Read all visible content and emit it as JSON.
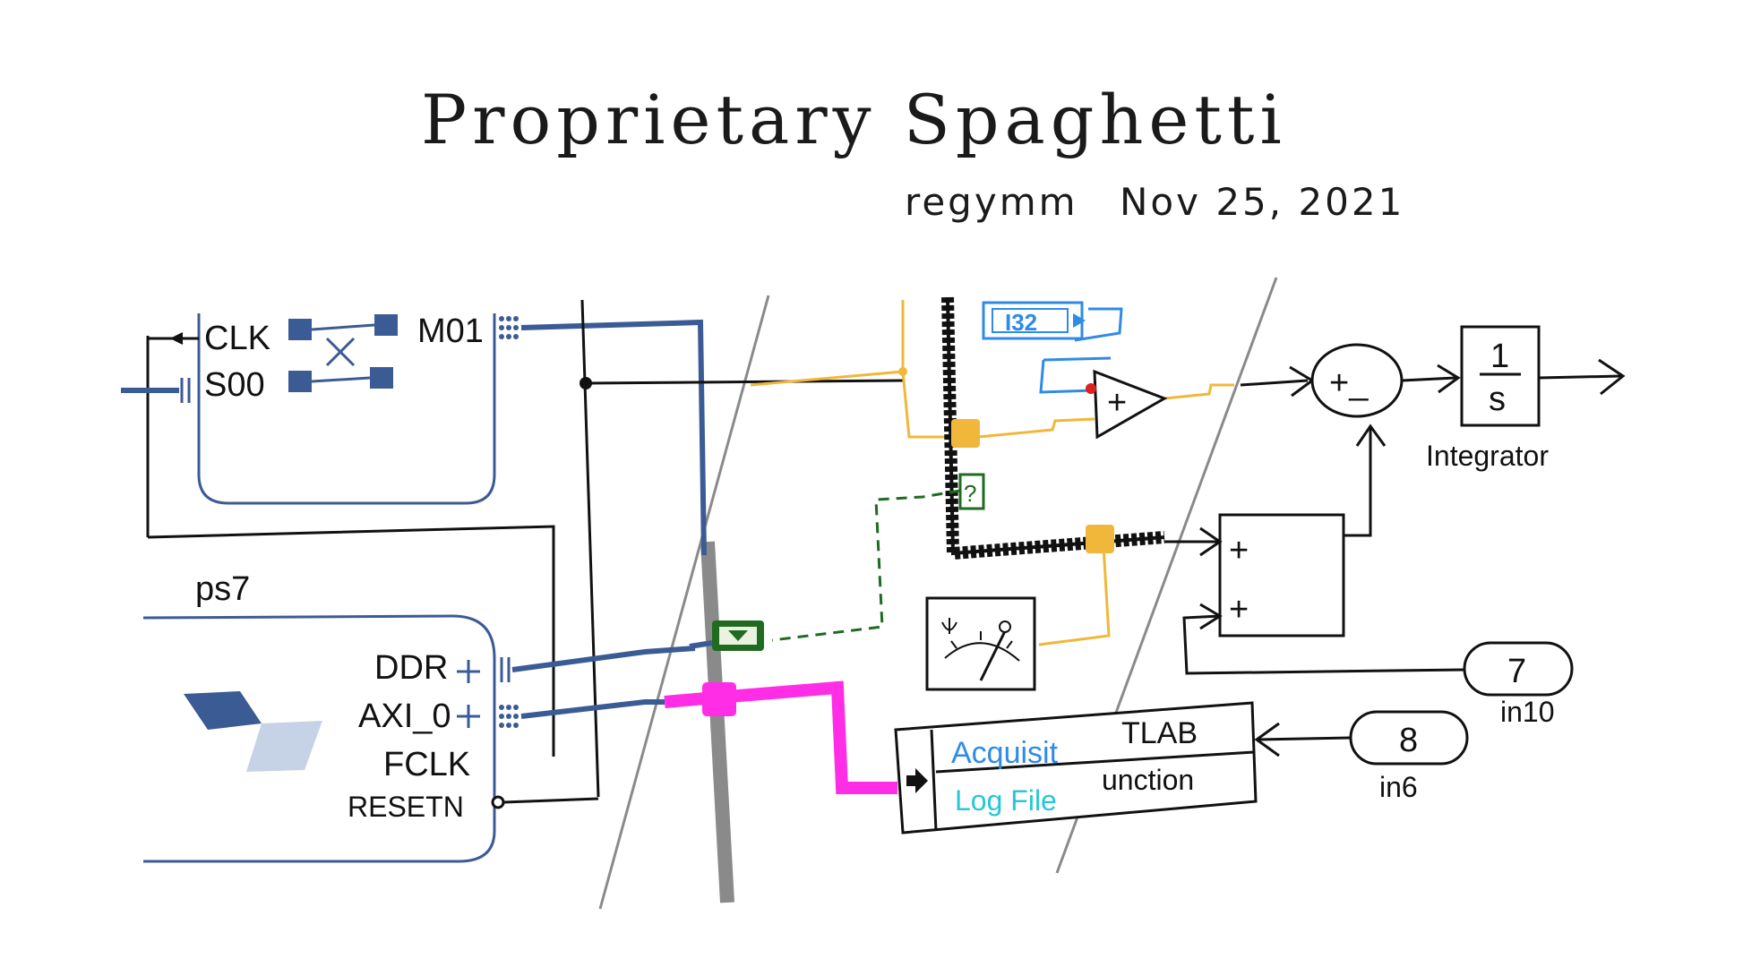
{
  "title": "Proprietary Spaghetti",
  "author": "regymm",
  "date": "Nov 25, 2021",
  "top_block": {
    "inputs": [
      "CLK",
      "S00"
    ],
    "output": "M01"
  },
  "ps7_block": {
    "name": "ps7",
    "ports": [
      "DDR",
      "AXI_0",
      "FCLK",
      "RESETN"
    ]
  },
  "type_badge": "I32",
  "comparator_sign": "+",
  "summer_top": {
    "label": "+_"
  },
  "adder": {
    "inputs": [
      "+",
      "+"
    ]
  },
  "integrator": {
    "numerator": "1",
    "denominator": "s",
    "label": "Integrator"
  },
  "function_box": {
    "line1_overlay": "Acquisit",
    "line1": "TLAB",
    "line2_overlay": "Log File",
    "line2": "unction"
  },
  "inputs": [
    {
      "value": "7",
      "name": "in10"
    },
    {
      "value": "8",
      "name": "in6"
    }
  ],
  "probe_mark": "?",
  "colors": {
    "xilinx_blue": "#3b5b95",
    "labview_orange": "#f1b73a",
    "labview_green": "#1f6b1f",
    "labview_pink": "#ff2ee6",
    "slice_gray": "#8a8a8a",
    "acq_blue": "#2f8be6",
    "log_cyan": "#27c7d8"
  }
}
